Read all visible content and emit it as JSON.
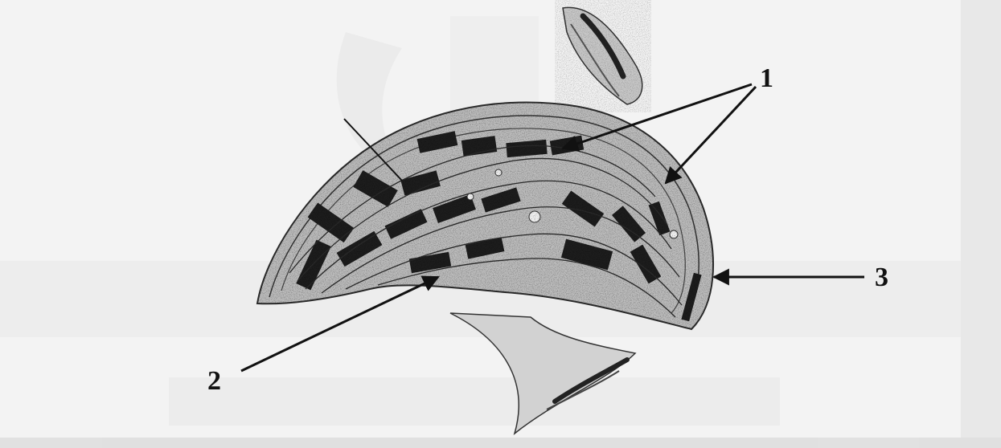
{
  "labels": {
    "one": "1",
    "two": "2",
    "three": "3"
  },
  "colors": {
    "paper": "#f3f3f3",
    "ink": "#111111",
    "tissue": "#bdbdbd",
    "ghost": "#d9d9d9"
  }
}
